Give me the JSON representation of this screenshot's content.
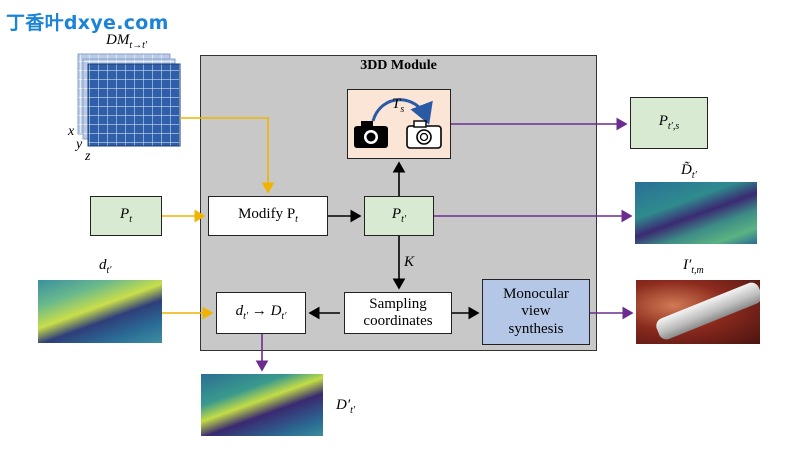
{
  "watermark": "丁香叶dxye.com",
  "module": {
    "title": "3DD Module"
  },
  "labels": {
    "dm": "DM",
    "dm_sub": "t→t′",
    "axis_x": "x",
    "axis_y": "y",
    "axis_z": "z",
    "pt": "P",
    "pt_sub": "t",
    "modify": "Modify P",
    "modify_sub": "t",
    "ptprime": "P",
    "ptprime_sub": "t′",
    "ts": "T",
    "ts_sub": "s",
    "ptps": "P",
    "ptps_sub": "t′,s",
    "dtilde": "D̃",
    "dtilde_sub": "t′",
    "k": "K",
    "sampling_line1": "Sampling",
    "sampling_line2": "coordinates",
    "mono_line1": "Monocular",
    "mono_line2": "view",
    "mono_line3": "synthesis",
    "itm": "I′",
    "itm_sub": "t,m",
    "dt": "d",
    "dt_sub": "t′",
    "convert_a": "d",
    "convert_a_sub": "t′",
    "convert_arrow": "→",
    "convert_b": "D",
    "convert_b_sub": "t′",
    "dprime": "D′",
    "dprime_sub": "t′"
  },
  "colors": {
    "orange_arrow": "#f0b400",
    "purple_arrow": "#6a2d8f",
    "black_arrow": "#000000",
    "grid_blue": "#2f5fa8",
    "grid_light": "#c9d9ef",
    "depth_dark": "#3b1f6b",
    "depth_teal": "#2a8c8a",
    "depth_yellow": "#d7e33c",
    "tissue_red": "#8c2a1e"
  },
  "icons": [
    "camera-icon",
    "camera-outline-icon",
    "transform-arc-icon"
  ]
}
